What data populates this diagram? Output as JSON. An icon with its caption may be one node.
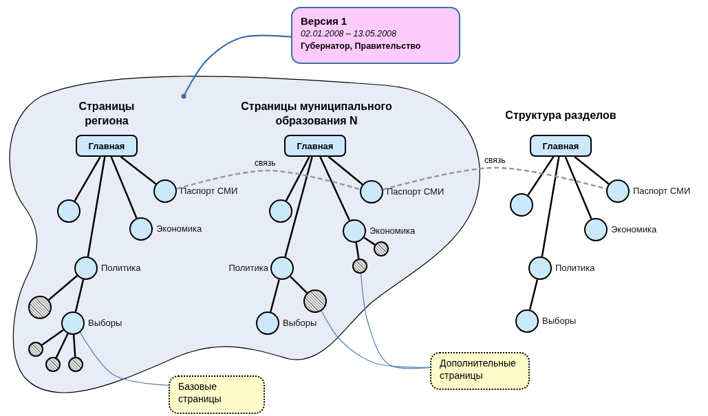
{
  "diagram": {
    "nodes": [
      {
        "text": [
          "Версия  1",
          "02.01.2008 – 13.05.2008",
          "Губернатор, Правительство"
        ]
      },
      {
        "text": [
          "Страницы региона",
          "Страницы муниципального образования  N"
        ]
      },
      {
        "text": [
          "Главная"
        ],
        "in": 1
      },
      {
        "text": [],
        "shape": "circle",
        "in": 1
      },
      {
        "text": [],
        "shape": "circle",
        "in": 1,
        "beside": [
          "Политика"
        ]
      },
      {
        "text": [],
        "shape": "circle",
        "in": 1,
        "beside": [
          "Экономика"
        ]
      },
      {
        "text": [],
        "shape": "circle",
        "in": 1,
        "beside": [
          "Паспорт СМИ"
        ]
      },
      {
        "text": [],
        "shape": "circle",
        "in": 1
      },
      {
        "text": [],
        "shape": "circle",
        "in": 1,
        "beside": [
          "Выборы"
        ]
      },
      {
        "text": [],
        "shape": "circle",
        "in": 1
      },
      {
        "text": [],
        "shape": "circle",
        "in": 1
      },
      {
        "text": [],
        "shape": "circle",
        "in": 1
      },
      {
        "text": [
          "Главная"
        ],
        "in": 1
      },
      {
        "text": [],
        "shape": "circle",
        "in": 1
      },
      {
        "text": [],
        "shape": "circle",
        "in": 1,
        "beside": [
          "Политика"
        ]
      },
      {
        "text": [],
        "shape": "circle",
        "in": 1,
        "beside": [
          "Экономика"
        ]
      },
      {
        "text": [],
        "shape": "circle",
        "in": 1,
        "beside": [
          "Паспорт СМИ"
        ]
      },
      {
        "text": [],
        "shape": "circle",
        "in": 1,
        "beside": [
          "Выборы"
        ]
      },
      {
        "text": [],
        "shape": "circle",
        "in": 1
      },
      {
        "text": [],
        "shape": "circle",
        "in": 1
      },
      {
        "text": [],
        "shape": "circle",
        "in": 1
      },
      {
        "text": [
          "Главная"
        ]
      },
      {
        "text": [],
        "shape": "circle"
      },
      {
        "text": [],
        "shape": "circle",
        "beside": [
          "Политика"
        ]
      },
      {
        "text": [],
        "shape": "circle",
        "beside": [
          "Экономика"
        ]
      },
      {
        "text": [],
        "shape": "circle",
        "beside": [
          "Паспорт СМИ"
        ]
      },
      {
        "text": [],
        "shape": "circle",
        "beside": [
          "Выборы"
        ]
      },
      {
        "text": [
          "Базовые страницы"
        ]
      },
      {
        "text": [
          "Дополнительные страницы"
        ]
      }
    ],
    "edges": [
      {
        "from": 0,
        "to": 1,
        "arrow": "other",
        "color": "#3a6ea5"
      },
      {
        "from": 2,
        "to": 3,
        "arrow": "none"
      },
      {
        "from": 2,
        "to": 4,
        "arrow": "none"
      },
      {
        "from": 2,
        "to": 5,
        "arrow": "none"
      },
      {
        "from": 2,
        "to": 6,
        "arrow": "none"
      },
      {
        "from": 4,
        "to": 7,
        "arrow": "none"
      },
      {
        "from": 4,
        "to": 8,
        "arrow": "none"
      },
      {
        "from": 8,
        "to": 9,
        "arrow": "none"
      },
      {
        "from": 8,
        "to": 10,
        "arrow": "none"
      },
      {
        "from": 8,
        "to": 11,
        "arrow": "none"
      },
      {
        "from": 12,
        "to": 13,
        "arrow": "none"
      },
      {
        "from": 12,
        "to": 14,
        "arrow": "none"
      },
      {
        "from": 12,
        "to": 15,
        "arrow": "none"
      },
      {
        "from": 12,
        "to": 16,
        "arrow": "none"
      },
      {
        "from": 14,
        "to": 17,
        "arrow": "none"
      },
      {
        "from": 14,
        "to": 18,
        "arrow": "none"
      },
      {
        "from": 15,
        "to": 19,
        "arrow": "none"
      },
      {
        "from": 15,
        "to": 20,
        "arrow": "none"
      },
      {
        "from": 21,
        "to": 22,
        "arrow": "none"
      },
      {
        "from": 21,
        "to": 23,
        "arrow": "none"
      },
      {
        "from": 21,
        "to": 24,
        "arrow": "none"
      },
      {
        "from": 21,
        "to": 25,
        "arrow": "none"
      },
      {
        "from": 23,
        "to": 26,
        "arrow": "none"
      },
      {
        "from": 6,
        "to": 16,
        "arrow": "none",
        "label": "связь",
        "style": "dashed",
        "color": "#999999"
      },
      {
        "from": 16,
        "to": 25,
        "arrow": "none",
        "label": "связь",
        "style": "dashed",
        "color": "#999999"
      },
      {
        "from": 27,
        "to": 8,
        "arrow": "none",
        "color": "#4f7fb8"
      },
      {
        "from": 28,
        "to": 18,
        "arrow": "none",
        "color": "#4f7fb8"
      },
      {
        "from": 28,
        "to": 20,
        "arrow": "none",
        "color": "#4f7fb8"
      }
    ],
    "labels": [
      "Структура разделов"
    ]
  }
}
